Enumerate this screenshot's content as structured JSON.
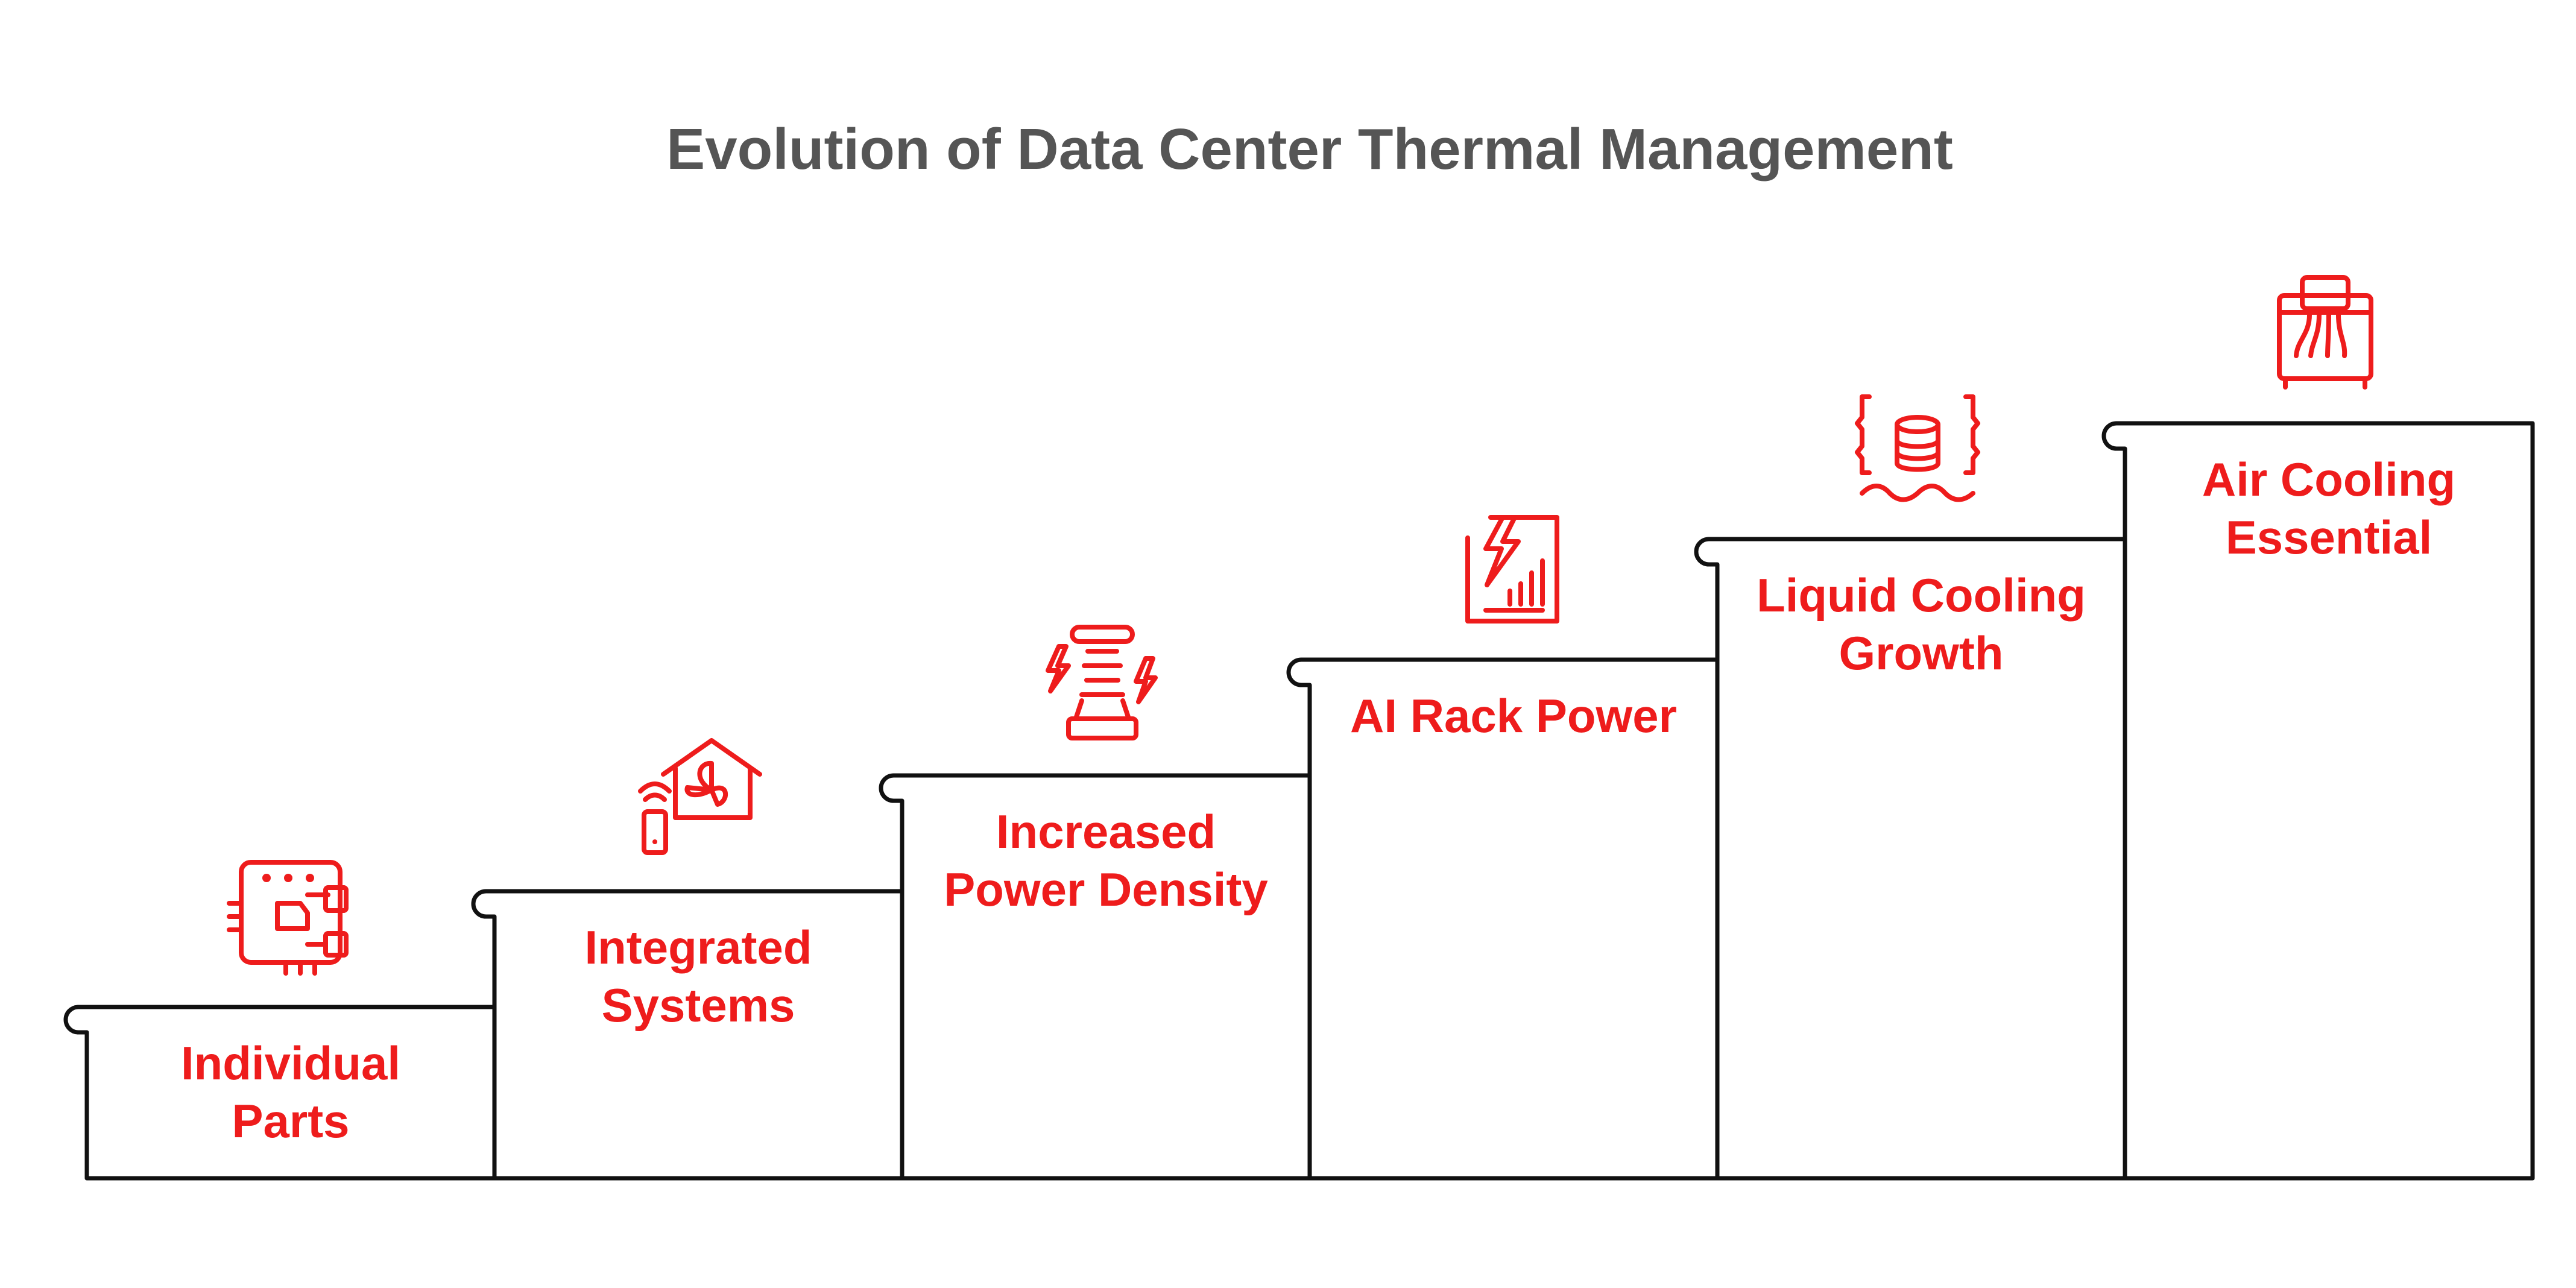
{
  "title": "Evolution of Data Center Thermal Management",
  "colors": {
    "accent": "#ee1c1c",
    "title": "#555555",
    "outline": "#111111",
    "background": "#ffffff"
  },
  "steps": [
    {
      "label_lines": [
        "Individual",
        "Parts"
      ],
      "icon": "circuit-board-icon"
    },
    {
      "label_lines": [
        "Integrated",
        "Systems"
      ],
      "icon": "smart-home-fan-icon"
    },
    {
      "label_lines": [
        "Increased",
        "Power Density"
      ],
      "icon": "power-density-icon"
    },
    {
      "label_lines": [
        "AI Rack Power"
      ],
      "icon": "power-report-icon"
    },
    {
      "label_lines": [
        "Liquid Cooling",
        "Growth"
      ],
      "icon": "liquid-cooling-icon"
    },
    {
      "label_lines": [
        "Air Cooling",
        "Essential"
      ],
      "icon": "air-cooling-unit-icon"
    }
  ]
}
